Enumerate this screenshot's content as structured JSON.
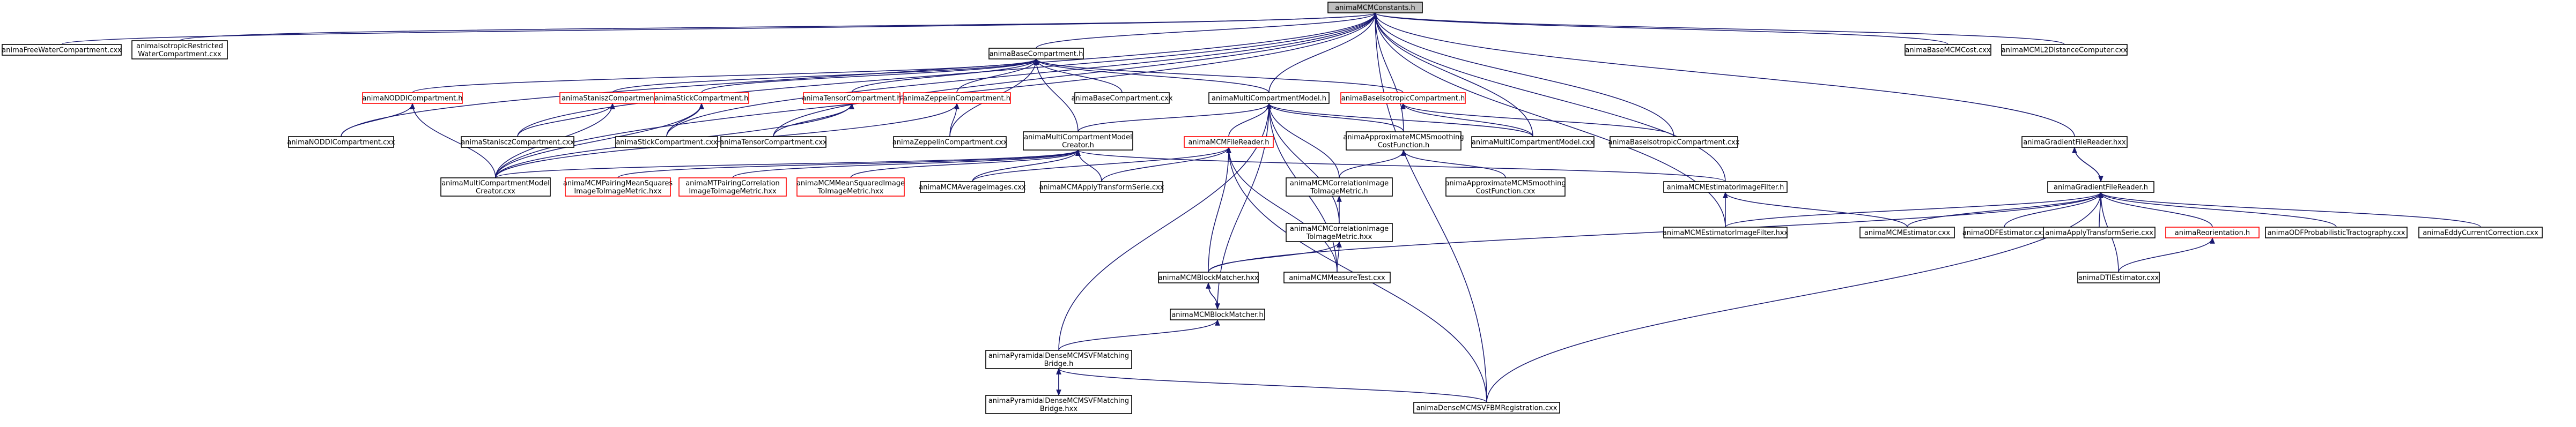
{
  "graph": {
    "nodes": [
      {
        "id": "root",
        "lines": [
          "animaMCMConstants.h"
        ],
        "style": "root"
      },
      {
        "id": "freewater",
        "lines": [
          "animaFreeWaterCompartment.cxx"
        ]
      },
      {
        "id": "isorestricted",
        "lines": [
          "animaIsotropicRestricted",
          "WaterCompartment.cxx"
        ]
      },
      {
        "id": "basemcmcost",
        "lines": [
          "animaBaseMCMCost.cxx"
        ]
      },
      {
        "id": "mcml2",
        "lines": [
          "animaMCML2DistanceComputer.cxx"
        ]
      },
      {
        "id": "basecomp",
        "lines": [
          "animaBaseCompartment.h"
        ]
      },
      {
        "id": "noddih",
        "lines": [
          "animaNODDICompartment.h"
        ],
        "style": "red"
      },
      {
        "id": "stanish",
        "lines": [
          "animaStaniszCompartment.h"
        ],
        "style": "red"
      },
      {
        "id": "stickh",
        "lines": [
          "animaStickCompartment.h"
        ],
        "style": "red"
      },
      {
        "id": "tensorh",
        "lines": [
          "animaTensorCompartment.h"
        ],
        "style": "red"
      },
      {
        "id": "zeppelinh",
        "lines": [
          "animaZeppelinCompartment.h"
        ],
        "style": "red"
      },
      {
        "id": "basecompcxx",
        "lines": [
          "animaBaseCompartment.cxx"
        ]
      },
      {
        "id": "mcmodelh",
        "lines": [
          "animaMultiCompartmentModel.h"
        ]
      },
      {
        "id": "baseisoh",
        "lines": [
          "animaBaseIsotropicCompartment.h"
        ],
        "style": "red"
      },
      {
        "id": "noddicxx",
        "lines": [
          "animaNODDICompartment.cxx"
        ]
      },
      {
        "id": "staniszcxx",
        "lines": [
          "animaStanisczCompartment.cxx"
        ]
      },
      {
        "id": "stickcxx",
        "lines": [
          "animaStickCompartment.cxx"
        ]
      },
      {
        "id": "tensorcxx",
        "lines": [
          "animaTensorCompartment.cxx"
        ]
      },
      {
        "id": "zeppelincxx",
        "lines": [
          "animaZeppelinCompartment.cxx"
        ]
      },
      {
        "id": "mcmcreatorh",
        "lines": [
          "animaMultiCompartmentModel",
          "Creator.h"
        ]
      },
      {
        "id": "mcmfilereaderh",
        "lines": [
          "animaMCMFileReader.h"
        ],
        "style": "red"
      },
      {
        "id": "approxh",
        "lines": [
          "animaApproximateMCMSmoothing",
          "CostFunction.h"
        ]
      },
      {
        "id": "mcmodelcxx",
        "lines": [
          "animaMultiCompartmentModel.cxx"
        ]
      },
      {
        "id": "baseisocxx",
        "lines": [
          "animaBaseIsotropicCompartment.cxx"
        ]
      },
      {
        "id": "gradreaderhxx",
        "lines": [
          "animaGradientFileReader.hxx"
        ]
      },
      {
        "id": "mcmcreatorcxx",
        "lines": [
          "animaMultiCompartmentModel",
          "Creator.cxx"
        ]
      },
      {
        "id": "pairmeansq",
        "lines": [
          "animaMCMPairingMeanSquares",
          "ImageToImageMetric.hxx"
        ],
        "style": "red"
      },
      {
        "id": "mtpaircorr",
        "lines": [
          "animaMTPairingCorrelation",
          "ImageToImageMetric.hxx"
        ],
        "style": "red"
      },
      {
        "id": "meansqimg",
        "lines": [
          "animaMCMMeanSquaredImage",
          "ToImageMetric.hxx"
        ],
        "style": "red"
      },
      {
        "id": "avgimages",
        "lines": [
          "animaMCMAverageImages.cxx"
        ]
      },
      {
        "id": "applytransform",
        "lines": [
          "animaMCMApplyTransformSerie.cxx"
        ]
      },
      {
        "id": "corrh",
        "lines": [
          "animaMCMCorrelationImage",
          "ToImageMetric.h"
        ]
      },
      {
        "id": "approxcxx",
        "lines": [
          "animaApproximateMCMSmoothing",
          "CostFunction.cxx"
        ]
      },
      {
        "id": "estfilterh",
        "lines": [
          "animaMCMEstimatorImageFilter.h"
        ]
      },
      {
        "id": "gradreaderh",
        "lines": [
          "animaGradientFileReader.h"
        ]
      },
      {
        "id": "corrhxx",
        "lines": [
          "animaMCMCorrelationImage",
          "ToImageMetric.hxx"
        ]
      },
      {
        "id": "estfilterhxx",
        "lines": [
          "animaMCMEstimatorImageFilter.hxx"
        ]
      },
      {
        "id": "mcmestcxx",
        "lines": [
          "animaMCMEstimator.cxx"
        ]
      },
      {
        "id": "odfest",
        "lines": [
          "animaODFEstimator.cxx"
        ]
      },
      {
        "id": "applyserie",
        "lines": [
          "animaApplyTransformSerie.cxx"
        ]
      },
      {
        "id": "reorienth",
        "lines": [
          "animaReorientation.h"
        ],
        "style": "red"
      },
      {
        "id": "odfprob",
        "lines": [
          "animaODFProbabilisticTractography.cxx"
        ]
      },
      {
        "id": "eddy",
        "lines": [
          "animaEddyCurrentCorrection.cxx"
        ]
      },
      {
        "id": "bmhxx",
        "lines": [
          "animaMCMBlockMatcher.hxx"
        ]
      },
      {
        "id": "measuretest",
        "lines": [
          "animaMCMMeasureTest.cxx"
        ]
      },
      {
        "id": "dtiest",
        "lines": [
          "animaDTIEstimator.cxx"
        ]
      },
      {
        "id": "bmh",
        "lines": [
          "animaMCMBlockMatcher.h"
        ]
      },
      {
        "id": "pyrh",
        "lines": [
          "animaPyramidalDenseMCMSVFMatching",
          "Bridge.h"
        ]
      },
      {
        "id": "pyrhxx",
        "lines": [
          "animaPyramidalDenseMCMSVFMatching",
          "Bridge.hxx"
        ]
      },
      {
        "id": "densecxx",
        "lines": [
          "animaDenseMCMSVFBMRegistration.cxx"
        ]
      }
    ],
    "edges": [
      {
        "from": "freewater",
        "to": "root"
      },
      {
        "from": "isorestricted",
        "to": "root"
      },
      {
        "from": "basemcmcost",
        "to": "root"
      },
      {
        "from": "mcml2",
        "to": "root"
      },
      {
        "from": "basecomp",
        "to": "root"
      },
      {
        "from": "noddicxx",
        "to": "root"
      },
      {
        "from": "staniszcxx",
        "to": "root"
      },
      {
        "from": "stickcxx",
        "to": "root"
      },
      {
        "from": "tensorcxx",
        "to": "root"
      },
      {
        "from": "mcmodelh",
        "to": "root"
      },
      {
        "from": "mcmodelcxx",
        "to": "root"
      },
      {
        "from": "baseisocxx",
        "to": "root"
      },
      {
        "from": "gradreaderhxx",
        "to": "root"
      },
      {
        "from": "approxh",
        "to": "root"
      },
      {
        "from": "mcmcreatorcxx",
        "to": "root"
      },
      {
        "from": "estfilterh",
        "to": "root"
      },
      {
        "from": "estfilterhxx",
        "to": "root"
      },
      {
        "from": "densecxx",
        "to": "root"
      },
      {
        "from": "noddih",
        "to": "basecomp"
      },
      {
        "from": "stanish",
        "to": "basecomp"
      },
      {
        "from": "stickh",
        "to": "basecomp"
      },
      {
        "from": "tensorh",
        "to": "basecomp"
      },
      {
        "from": "zeppelinh",
        "to": "basecomp"
      },
      {
        "from": "basecompcxx",
        "to": "basecomp"
      },
      {
        "from": "mcmodelh",
        "to": "basecomp"
      },
      {
        "from": "baseisoh",
        "to": "basecomp"
      },
      {
        "from": "mcmcreatorh",
        "to": "basecomp"
      },
      {
        "from": "zeppelincxx",
        "to": "basecomp"
      },
      {
        "from": "noddicxx",
        "to": "noddih"
      },
      {
        "from": "mcmcreatorcxx",
        "to": "noddih"
      },
      {
        "from": "staniszcxx",
        "to": "stanish"
      },
      {
        "from": "mcmcreatorcxx",
        "to": "stanish"
      },
      {
        "from": "stickcxx",
        "to": "stickh"
      },
      {
        "from": "mcmcreatorcxx",
        "to": "stickh"
      },
      {
        "from": "tensorcxx",
        "to": "tensorh"
      },
      {
        "from": "mcmcreatorcxx",
        "to": "tensorh"
      },
      {
        "from": "zeppelincxx",
        "to": "zeppelinh"
      },
      {
        "from": "mcmcreatorcxx",
        "to": "zeppelinh"
      },
      {
        "from": "baseisocxx",
        "to": "baseisoh"
      },
      {
        "from": "mcmodelcxx",
        "to": "baseisoh"
      },
      {
        "from": "mcmcreatorh",
        "to": "mcmodelh"
      },
      {
        "from": "mcmfilereaderh",
        "to": "mcmodelh"
      },
      {
        "from": "approxh",
        "to": "mcmodelh"
      },
      {
        "from": "mcmodelcxx",
        "to": "mcmodelh"
      },
      {
        "from": "corrh",
        "to": "mcmodelh"
      },
      {
        "from": "corrhxx",
        "to": "mcmodelh"
      },
      {
        "from": "measuretest",
        "to": "mcmodelh"
      },
      {
        "from": "bmh",
        "to": "mcmodelh"
      },
      {
        "from": "pyrh",
        "to": "mcmodelh"
      },
      {
        "from": "mcmcreatorcxx",
        "to": "mcmcreatorh"
      },
      {
        "from": "pairmeansq",
        "to": "mcmcreatorh"
      },
      {
        "from": "mtpaircorr",
        "to": "mcmcreatorh"
      },
      {
        "from": "meansqimg",
        "to": "mcmcreatorh"
      },
      {
        "from": "avgimages",
        "to": "mcmcreatorh"
      },
      {
        "from": "applytransform",
        "to": "mcmcreatorh"
      },
      {
        "from": "estfilterh",
        "to": "mcmcreatorh"
      },
      {
        "from": "avgimages",
        "to": "mcmfilereaderh"
      },
      {
        "from": "applytransform",
        "to": "mcmfilereaderh"
      },
      {
        "from": "measuretest",
        "to": "mcmfilereaderh"
      },
      {
        "from": "bmhxx",
        "to": "mcmfilereaderh"
      },
      {
        "from": "densecxx",
        "to": "mcmfilereaderh"
      },
      {
        "from": "approxcxx",
        "to": "approxh"
      },
      {
        "from": "corrh",
        "to": "approxh"
      },
      {
        "from": "corrhxx",
        "to": "corrh"
      },
      {
        "from": "bmhxx",
        "to": "corrhxx"
      },
      {
        "from": "measuretest",
        "to": "corrhxx"
      },
      {
        "from": "gradreaderh",
        "to": "gradreaderhxx"
      },
      {
        "from": "estfilterhxx",
        "to": "estfilterh"
      },
      {
        "from": "mcmestcxx",
        "to": "estfilterh"
      },
      {
        "from": "gradreaderhxx",
        "to": "gradreaderh"
      },
      {
        "from": "estfilterhxx",
        "to": "gradreaderh"
      },
      {
        "from": "mcmestcxx",
        "to": "gradreaderh"
      },
      {
        "from": "odfest",
        "to": "gradreaderh"
      },
      {
        "from": "applyserie",
        "to": "gradreaderh"
      },
      {
        "from": "reorienth",
        "to": "gradreaderh"
      },
      {
        "from": "odfprob",
        "to": "gradreaderh"
      },
      {
        "from": "eddy",
        "to": "gradreaderh"
      },
      {
        "from": "bmhxx",
        "to": "gradreaderh"
      },
      {
        "from": "dtiest",
        "to": "gradreaderh"
      },
      {
        "from": "densecxx",
        "to": "gradreaderh"
      },
      {
        "from": "dtiest",
        "to": "reorienth"
      },
      {
        "from": "bmh",
        "to": "bmhxx"
      },
      {
        "from": "bmhxx",
        "to": "bmh"
      },
      {
        "from": "pyrh",
        "to": "bmh"
      },
      {
        "from": "pyrhxx",
        "to": "pyrh"
      },
      {
        "from": "pyrh",
        "to": "pyrhxx"
      },
      {
        "from": "densecxx",
        "to": "pyrh"
      }
    ]
  }
}
